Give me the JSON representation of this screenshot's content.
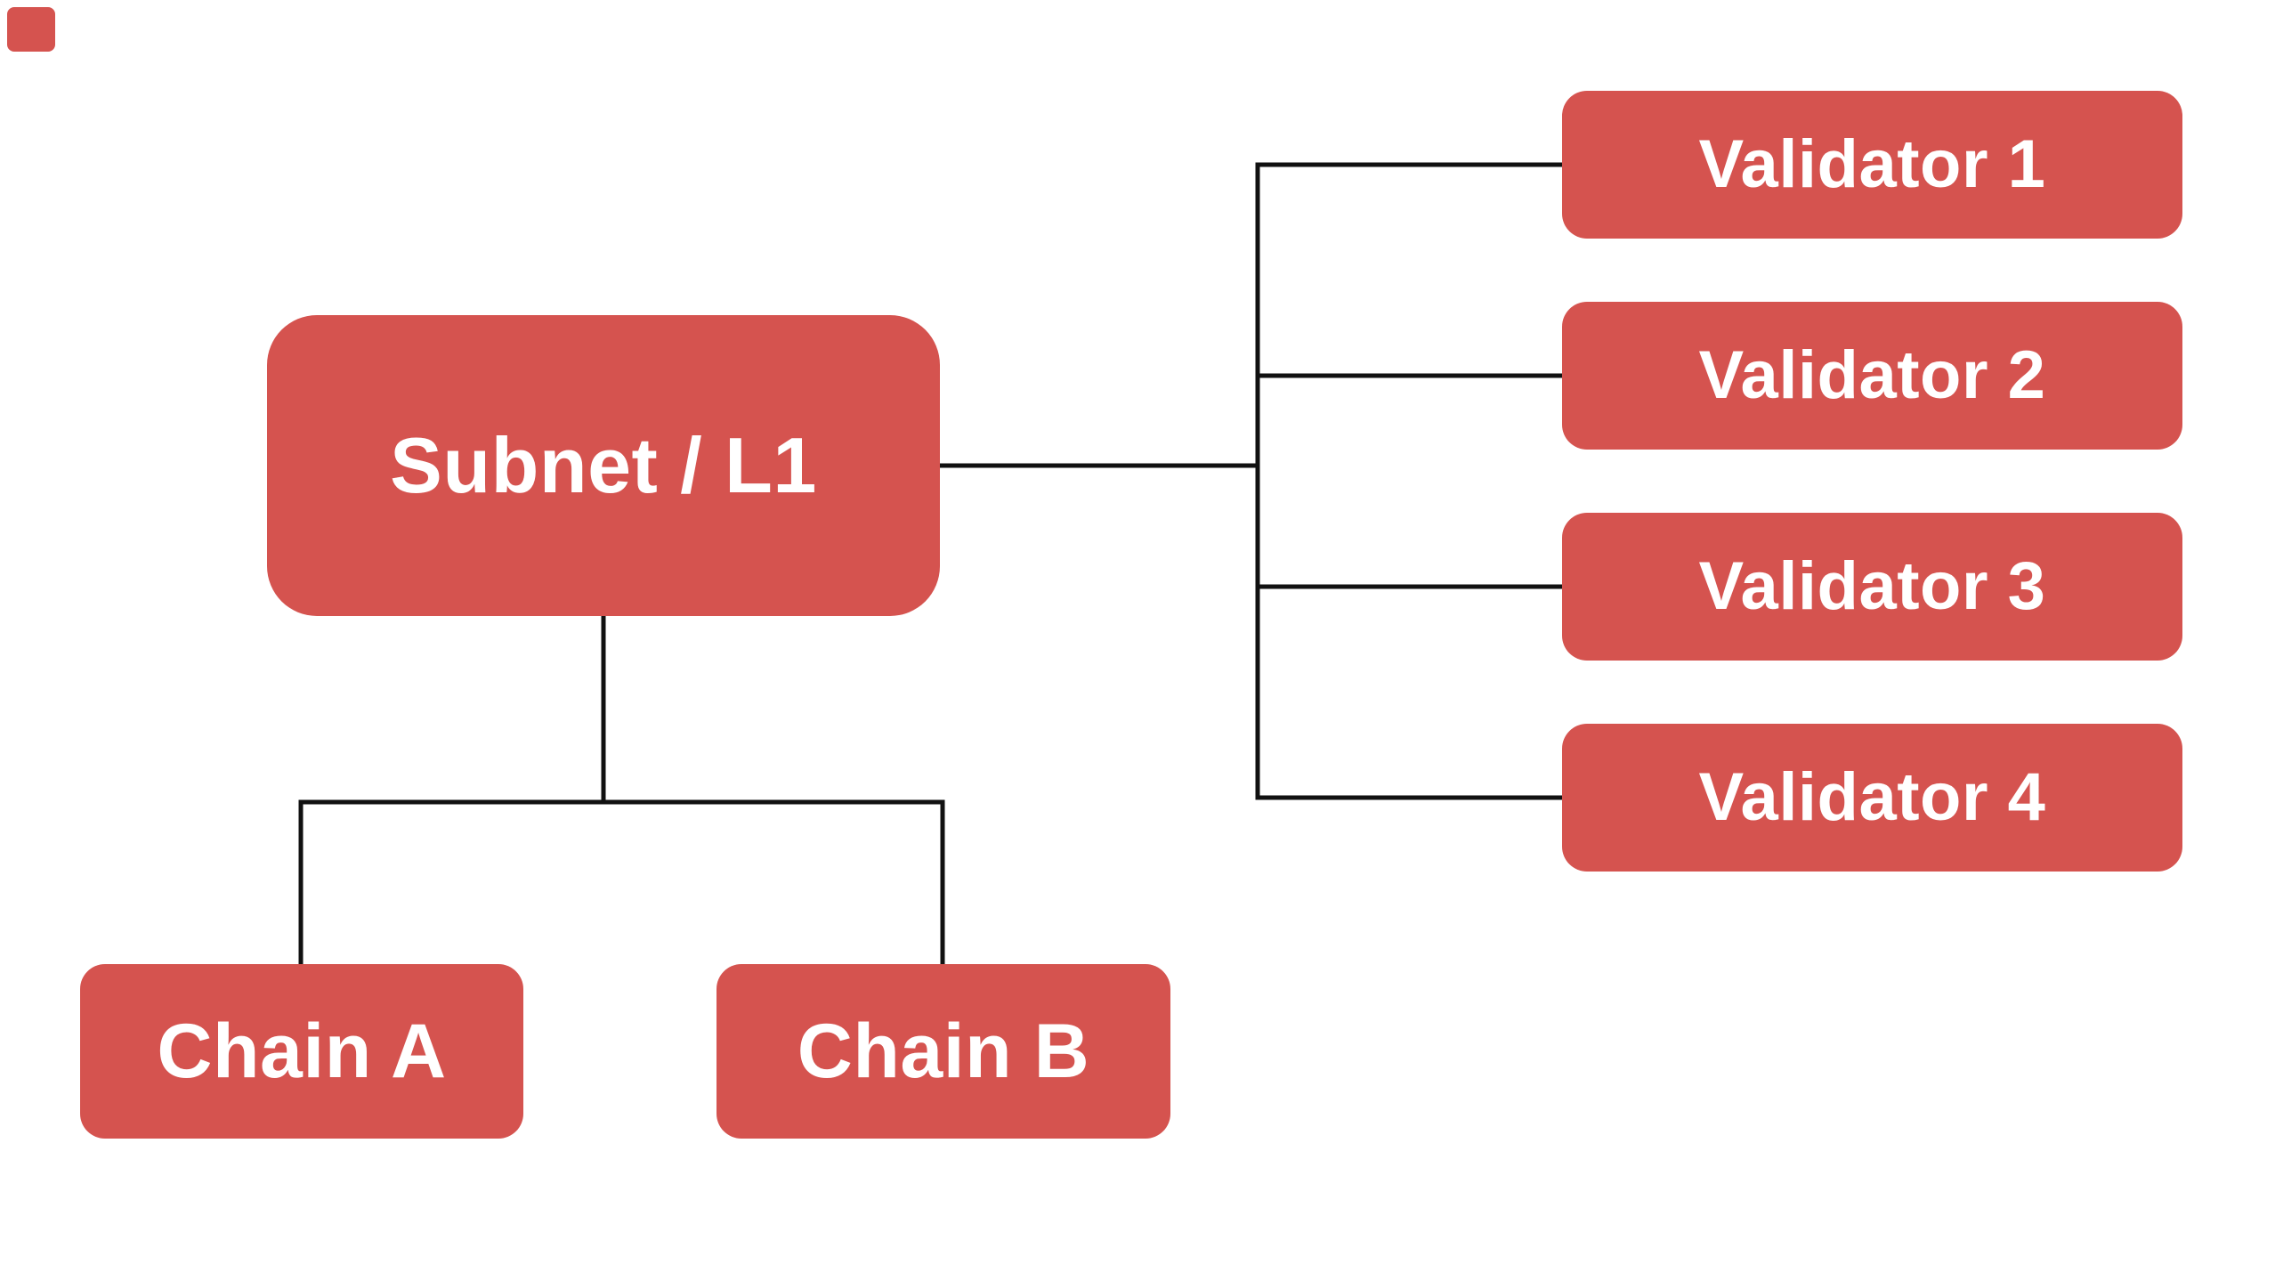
{
  "diagram": {
    "nodes": {
      "subnet": {
        "label": "Subnet / L1"
      },
      "validator1": {
        "label": "Validator 1"
      },
      "validator2": {
        "label": "Validator 2"
      },
      "validator3": {
        "label": "Validator 3"
      },
      "validator4": {
        "label": "Validator 4"
      },
      "chainA": {
        "label": "Chain A"
      },
      "chainB": {
        "label": "Chain B"
      }
    },
    "edges": [
      {
        "from": "subnet",
        "to": "validator1"
      },
      {
        "from": "subnet",
        "to": "validator2"
      },
      {
        "from": "subnet",
        "to": "validator3"
      },
      {
        "from": "subnet",
        "to": "validator4"
      },
      {
        "from": "subnet",
        "to": "chainA"
      },
      {
        "from": "subnet",
        "to": "chainB"
      }
    ],
    "colors": {
      "node_fill": "#d5534f",
      "node_text": "#ffffff",
      "connector": "#111111",
      "background": "#ffffff"
    }
  }
}
